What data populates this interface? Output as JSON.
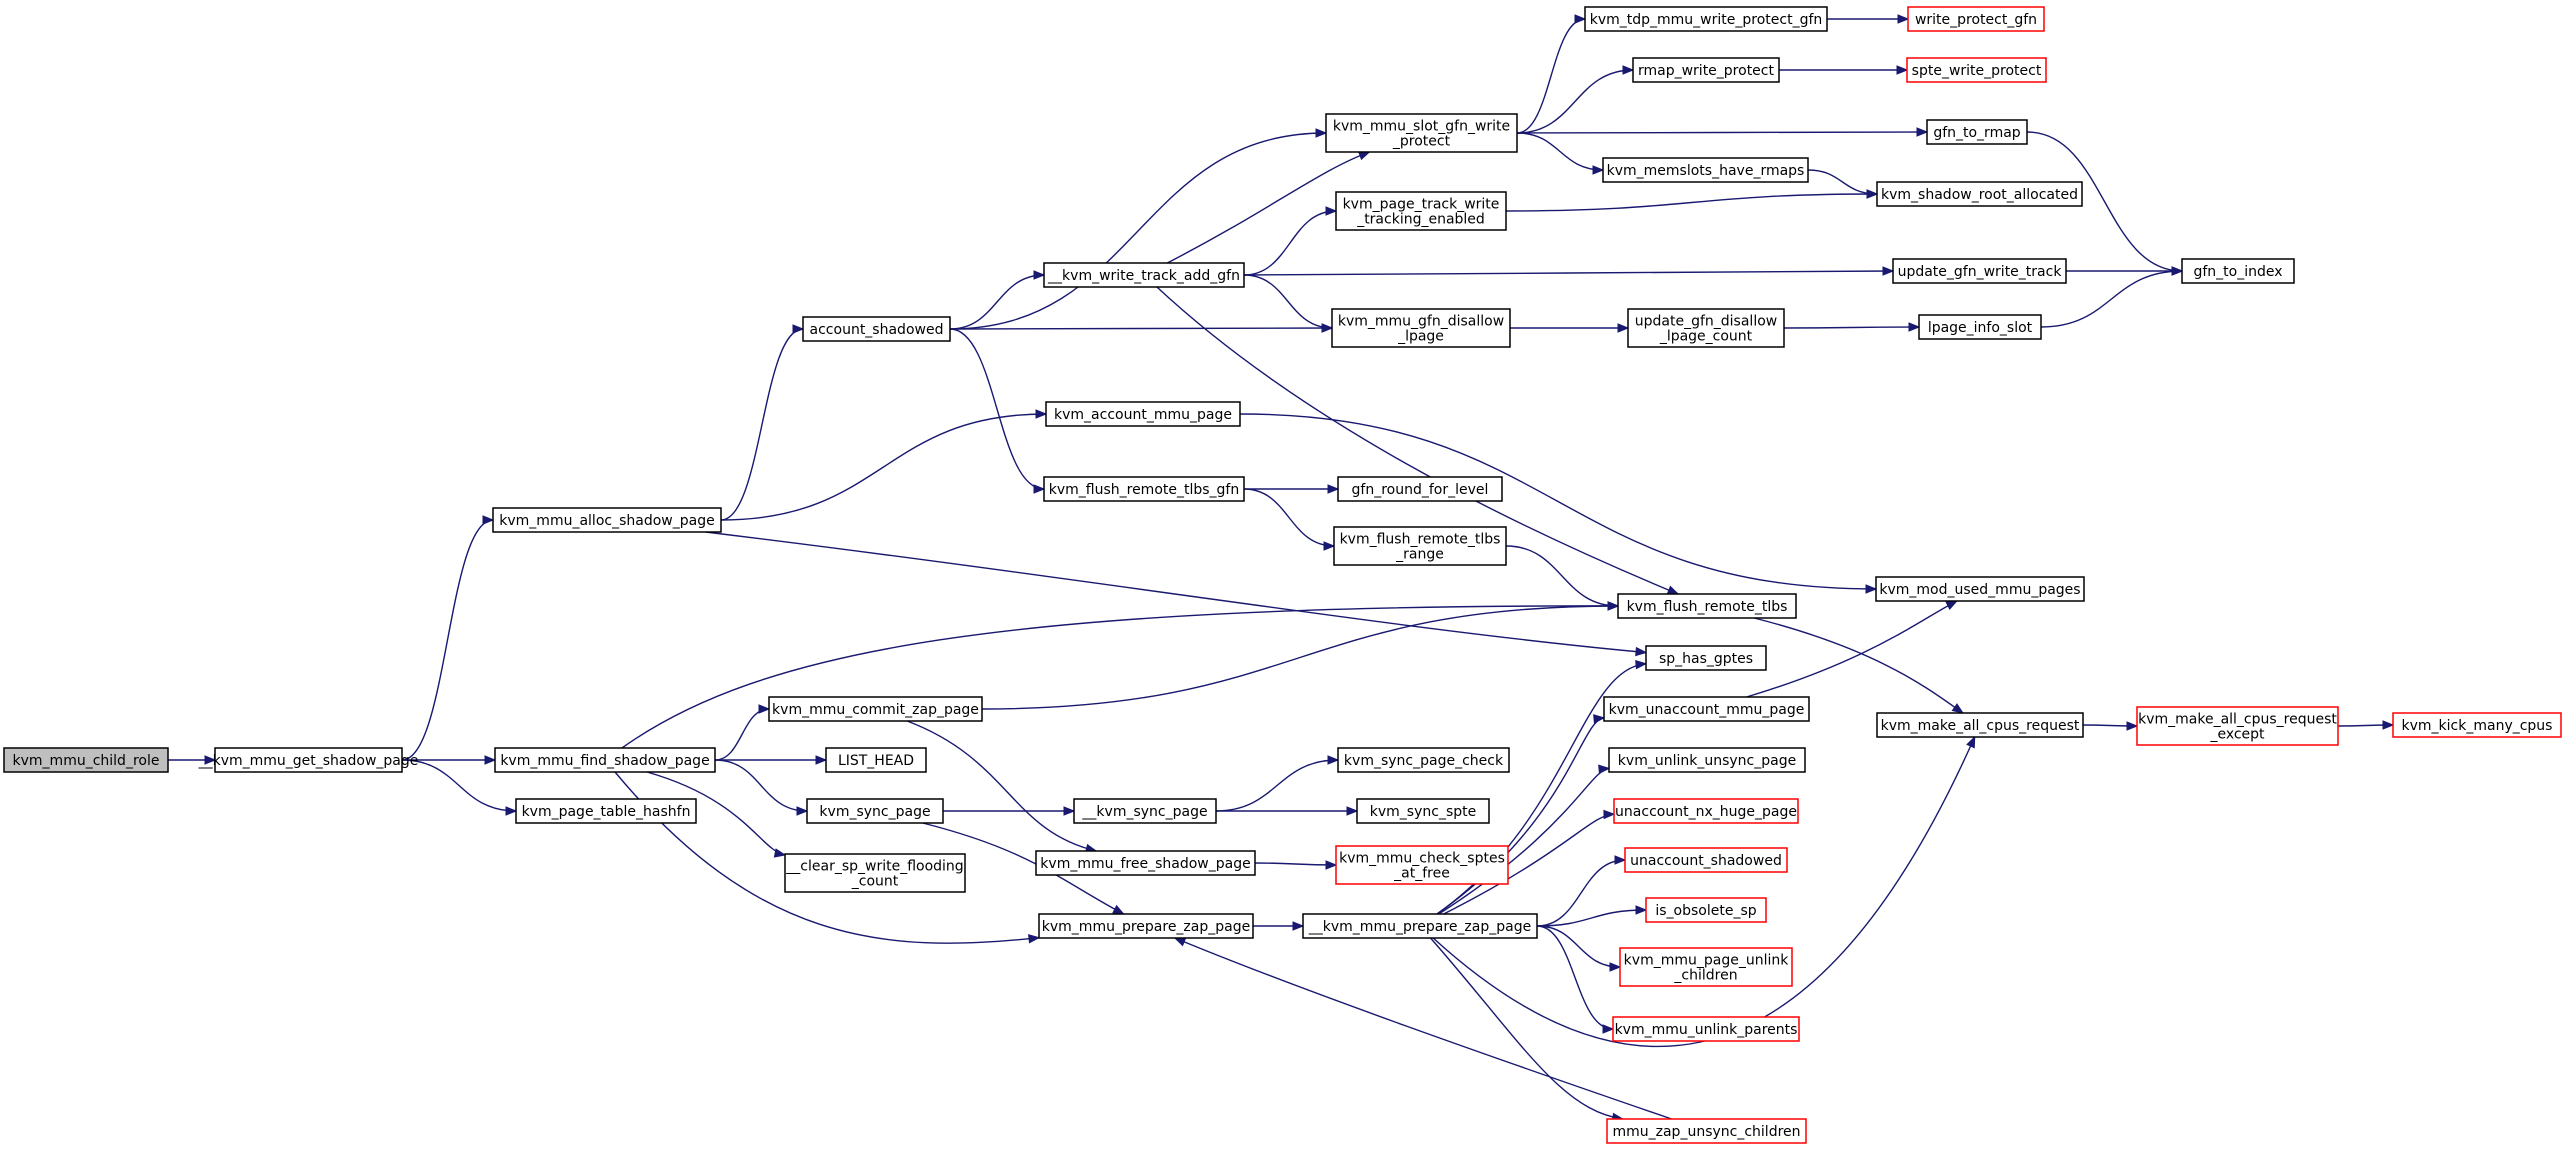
{
  "graph": {
    "colors": {
      "edge": "#191970",
      "node_border": "#000000",
      "node_border_external": "#ff0000",
      "root_fill": "#bfbfbf",
      "node_fill": "#ffffff"
    },
    "nodes": [
      {
        "id": "kvm_mmu_child_role",
        "lines": [
          "kvm_mmu_child_role"
        ],
        "style": "root"
      },
      {
        "id": "__kvm_mmu_get_shadow_page",
        "lines": [
          "__kvm_mmu_get_shadow_page"
        ],
        "style": "normal"
      },
      {
        "id": "kvm_mmu_alloc_shadow_page",
        "lines": [
          "kvm_mmu_alloc_shadow_page"
        ],
        "style": "normal"
      },
      {
        "id": "kvm_mmu_find_shadow_page",
        "lines": [
          "kvm_mmu_find_shadow_page"
        ],
        "style": "normal"
      },
      {
        "id": "kvm_page_table_hashfn",
        "lines": [
          "kvm_page_table_hashfn"
        ],
        "style": "normal"
      },
      {
        "id": "account_shadowed",
        "lines": [
          "account_shadowed"
        ],
        "style": "normal"
      },
      {
        "id": "kvm_account_mmu_page",
        "lines": [
          "kvm_account_mmu_page"
        ],
        "style": "normal"
      },
      {
        "id": "kvm_flush_remote_tlbs_gfn",
        "lines": [
          "kvm_flush_remote_tlbs_gfn"
        ],
        "style": "normal"
      },
      {
        "id": "__kvm_write_track_add_gfn",
        "lines": [
          "__kvm_write_track_add_gfn"
        ],
        "style": "normal"
      },
      {
        "id": "kvm_mmu_commit_zap_page",
        "lines": [
          "kvm_mmu_commit_zap_page"
        ],
        "style": "normal"
      },
      {
        "id": "LIST_HEAD",
        "lines": [
          "LIST_HEAD"
        ],
        "style": "normal"
      },
      {
        "id": "kvm_sync_page",
        "lines": [
          "kvm_sync_page"
        ],
        "style": "normal"
      },
      {
        "id": "__clear_sp_write_flooding_count",
        "lines": [
          "__clear_sp_write_flooding",
          "_count"
        ],
        "style": "normal"
      },
      {
        "id": "kvm_mmu_prepare_zap_page",
        "lines": [
          "kvm_mmu_prepare_zap_page"
        ],
        "style": "normal"
      },
      {
        "id": "kvm_mmu_free_shadow_page",
        "lines": [
          "kvm_mmu_free_shadow_page"
        ],
        "style": "normal"
      },
      {
        "id": "__kvm_sync_page",
        "lines": [
          "__kvm_sync_page"
        ],
        "style": "normal"
      },
      {
        "id": "kvm_mmu_slot_gfn_write_protect",
        "lines": [
          "kvm_mmu_slot_gfn_write",
          "_protect"
        ],
        "style": "normal"
      },
      {
        "id": "kvm_page_track_write_tracking_enabled",
        "lines": [
          "kvm_page_track_write",
          "_tracking_enabled"
        ],
        "style": "normal"
      },
      {
        "id": "kvm_mmu_gfn_disallow_lpage",
        "lines": [
          "kvm_mmu_gfn_disallow",
          "_lpage"
        ],
        "style": "normal"
      },
      {
        "id": "gfn_round_for_level",
        "lines": [
          "gfn_round_for_level"
        ],
        "style": "normal"
      },
      {
        "id": "kvm_flush_remote_tlbs_range",
        "lines": [
          "kvm_flush_remote_tlbs",
          "_range"
        ],
        "style": "normal"
      },
      {
        "id": "kvm_sync_page_check",
        "lines": [
          "kvm_sync_page_check"
        ],
        "style": "normal"
      },
      {
        "id": "kvm_sync_spte",
        "lines": [
          "kvm_sync_spte"
        ],
        "style": "normal"
      },
      {
        "id": "kvm_mmu_check_sptes_at_free",
        "lines": [
          "kvm_mmu_check_sptes",
          "_at_free"
        ],
        "style": "external"
      },
      {
        "id": "__kvm_mmu_prepare_zap_page",
        "lines": [
          "__kvm_mmu_prepare_zap_page"
        ],
        "style": "normal"
      },
      {
        "id": "kvm_tdp_mmu_write_protect_gfn",
        "lines": [
          "kvm_tdp_mmu_write_protect_gfn"
        ],
        "style": "normal"
      },
      {
        "id": "rmap_write_protect",
        "lines": [
          "rmap_write_protect"
        ],
        "style": "normal"
      },
      {
        "id": "kvm_memslots_have_rmaps",
        "lines": [
          "kvm_memslots_have_rmaps"
        ],
        "style": "normal"
      },
      {
        "id": "update_gfn_disallow_lpage_count",
        "lines": [
          "update_gfn_disallow",
          "_lpage_count"
        ],
        "style": "normal"
      },
      {
        "id": "kvm_flush_remote_tlbs",
        "lines": [
          "kvm_flush_remote_tlbs"
        ],
        "style": "normal"
      },
      {
        "id": "sp_has_gptes",
        "lines": [
          "sp_has_gptes"
        ],
        "style": "normal"
      },
      {
        "id": "kvm_unaccount_mmu_page",
        "lines": [
          "kvm_unaccount_mmu_page"
        ],
        "style": "normal"
      },
      {
        "id": "kvm_unlink_unsync_page",
        "lines": [
          "kvm_unlink_unsync_page"
        ],
        "style": "normal"
      },
      {
        "id": "unaccount_nx_huge_page",
        "lines": [
          "unaccount_nx_huge_page"
        ],
        "style": "external"
      },
      {
        "id": "unaccount_shadowed",
        "lines": [
          "unaccount_shadowed"
        ],
        "style": "external"
      },
      {
        "id": "is_obsolete_sp",
        "lines": [
          "is_obsolete_sp"
        ],
        "style": "external"
      },
      {
        "id": "kvm_mmu_page_unlink_children",
        "lines": [
          "kvm_mmu_page_unlink",
          "_children"
        ],
        "style": "external"
      },
      {
        "id": "kvm_mmu_unlink_parents",
        "lines": [
          "kvm_mmu_unlink_parents"
        ],
        "style": "external"
      },
      {
        "id": "mmu_zap_unsync_children",
        "lines": [
          "mmu_zap_unsync_children"
        ],
        "style": "external"
      },
      {
        "id": "write_protect_gfn",
        "lines": [
          "write_protect_gfn"
        ],
        "style": "external"
      },
      {
        "id": "spte_write_protect",
        "lines": [
          "spte_write_protect"
        ],
        "style": "external"
      },
      {
        "id": "gfn_to_rmap",
        "lines": [
          "gfn_to_rmap"
        ],
        "style": "normal"
      },
      {
        "id": "kvm_shadow_root_allocated",
        "lines": [
          "kvm_shadow_root_allocated"
        ],
        "style": "normal"
      },
      {
        "id": "update_gfn_write_track",
        "lines": [
          "update_gfn_write_track"
        ],
        "style": "normal"
      },
      {
        "id": "lpage_info_slot",
        "lines": [
          "lpage_info_slot"
        ],
        "style": "normal"
      },
      {
        "id": "kvm_mod_used_mmu_pages",
        "lines": [
          "kvm_mod_used_mmu_pages"
        ],
        "style": "normal"
      },
      {
        "id": "kvm_make_all_cpus_request",
        "lines": [
          "kvm_make_all_cpus_request"
        ],
        "style": "normal"
      },
      {
        "id": "gfn_to_index",
        "lines": [
          "gfn_to_index"
        ],
        "style": "normal"
      },
      {
        "id": "kvm_make_all_cpus_request_except",
        "lines": [
          "kvm_make_all_cpus_request",
          "_except"
        ],
        "style": "external"
      },
      {
        "id": "kvm_kick_many_cpus",
        "lines": [
          "kvm_kick_many_cpus"
        ],
        "style": "external"
      }
    ],
    "edges": [
      [
        "kvm_mmu_child_role",
        "__kvm_mmu_get_shadow_page"
      ],
      [
        "__kvm_mmu_get_shadow_page",
        "kvm_mmu_alloc_shadow_page"
      ],
      [
        "__kvm_mmu_get_shadow_page",
        "kvm_mmu_find_shadow_page"
      ],
      [
        "__kvm_mmu_get_shadow_page",
        "kvm_page_table_hashfn"
      ],
      [
        "kvm_mmu_alloc_shadow_page",
        "account_shadowed"
      ],
      [
        "kvm_mmu_alloc_shadow_page",
        "kvm_account_mmu_page"
      ],
      [
        "kvm_mmu_alloc_shadow_page",
        "sp_has_gptes"
      ],
      [
        "account_shadowed",
        "kvm_mmu_slot_gfn_write_protect"
      ],
      [
        "account_shadowed",
        "__kvm_write_track_add_gfn"
      ],
      [
        "account_shadowed",
        "kvm_mmu_gfn_disallow_lpage"
      ],
      [
        "account_shadowed",
        "kvm_flush_remote_tlbs_gfn"
      ],
      [
        "__kvm_write_track_add_gfn",
        "kvm_mmu_slot_gfn_write_protect"
      ],
      [
        "__kvm_write_track_add_gfn",
        "kvm_page_track_write_tracking_enabled"
      ],
      [
        "__kvm_write_track_add_gfn",
        "update_gfn_write_track"
      ],
      [
        "__kvm_write_track_add_gfn",
        "kvm_mmu_gfn_disallow_lpage"
      ],
      [
        "__kvm_write_track_add_gfn",
        "kvm_flush_remote_tlbs"
      ],
      [
        "kvm_mmu_slot_gfn_write_protect",
        "kvm_tdp_mmu_write_protect_gfn"
      ],
      [
        "kvm_mmu_slot_gfn_write_protect",
        "rmap_write_protect"
      ],
      [
        "kvm_mmu_slot_gfn_write_protect",
        "gfn_to_rmap"
      ],
      [
        "kvm_mmu_slot_gfn_write_protect",
        "kvm_memslots_have_rmaps"
      ],
      [
        "kvm_tdp_mmu_write_protect_gfn",
        "write_protect_gfn"
      ],
      [
        "rmap_write_protect",
        "spte_write_protect"
      ],
      [
        "gfn_to_rmap",
        "gfn_to_index"
      ],
      [
        "kvm_memslots_have_rmaps",
        "kvm_shadow_root_allocated"
      ],
      [
        "kvm_page_track_write_tracking_enabled",
        "kvm_shadow_root_allocated"
      ],
      [
        "update_gfn_write_track",
        "gfn_to_index"
      ],
      [
        "kvm_mmu_gfn_disallow_lpage",
        "update_gfn_disallow_lpage_count"
      ],
      [
        "update_gfn_disallow_lpage_count",
        "lpage_info_slot"
      ],
      [
        "lpage_info_slot",
        "gfn_to_index"
      ],
      [
        "kvm_account_mmu_page",
        "kvm_mod_used_mmu_pages"
      ],
      [
        "kvm_flush_remote_tlbs_gfn",
        "gfn_round_for_level"
      ],
      [
        "kvm_flush_remote_tlbs_gfn",
        "kvm_flush_remote_tlbs_range"
      ],
      [
        "kvm_flush_remote_tlbs_range",
        "kvm_flush_remote_tlbs"
      ],
      [
        "kvm_flush_remote_tlbs",
        "kvm_make_all_cpus_request"
      ],
      [
        "kvm_make_all_cpus_request",
        "kvm_make_all_cpus_request_except"
      ],
      [
        "kvm_make_all_cpus_request_except",
        "kvm_kick_many_cpus"
      ],
      [
        "kvm_mmu_find_shadow_page",
        "kvm_flush_remote_tlbs"
      ],
      [
        "kvm_mmu_find_shadow_page",
        "kvm_mmu_commit_zap_page"
      ],
      [
        "kvm_mmu_find_shadow_page",
        "LIST_HEAD"
      ],
      [
        "kvm_mmu_find_shadow_page",
        "kvm_sync_page"
      ],
      [
        "kvm_mmu_find_shadow_page",
        "__clear_sp_write_flooding_count"
      ],
      [
        "kvm_mmu_find_shadow_page",
        "kvm_mmu_prepare_zap_page"
      ],
      [
        "kvm_mmu_commit_zap_page",
        "kvm_flush_remote_tlbs"
      ],
      [
        "kvm_mmu_commit_zap_page",
        "kvm_mmu_free_shadow_page"
      ],
      [
        "kvm_sync_page",
        "__kvm_sync_page"
      ],
      [
        "kvm_sync_page",
        "kvm_mmu_prepare_zap_page"
      ],
      [
        "__kvm_sync_page",
        "kvm_sync_page_check"
      ],
      [
        "__kvm_sync_page",
        "kvm_sync_spte"
      ],
      [
        "kvm_mmu_free_shadow_page",
        "kvm_mmu_check_sptes_at_free"
      ],
      [
        "kvm_mmu_prepare_zap_page",
        "__kvm_mmu_prepare_zap_page"
      ],
      [
        "__kvm_mmu_prepare_zap_page",
        "sp_has_gptes"
      ],
      [
        "__kvm_mmu_prepare_zap_page",
        "kvm_unaccount_mmu_page"
      ],
      [
        "__kvm_mmu_prepare_zap_page",
        "kvm_unlink_unsync_page"
      ],
      [
        "__kvm_mmu_prepare_zap_page",
        "unaccount_nx_huge_page"
      ],
      [
        "__kvm_mmu_prepare_zap_page",
        "unaccount_shadowed"
      ],
      [
        "__kvm_mmu_prepare_zap_page",
        "is_obsolete_sp"
      ],
      [
        "__kvm_mmu_prepare_zap_page",
        "kvm_mmu_page_unlink_children"
      ],
      [
        "__kvm_mmu_prepare_zap_page",
        "kvm_mmu_unlink_parents"
      ],
      [
        "__kvm_mmu_prepare_zap_page",
        "mmu_zap_unsync_children"
      ],
      [
        "__kvm_mmu_prepare_zap_page",
        "kvm_make_all_cpus_request"
      ],
      [
        "kvm_unaccount_mmu_page",
        "kvm_mod_used_mmu_pages"
      ],
      [
        "mmu_zap_unsync_children",
        "kvm_mmu_prepare_zap_page"
      ]
    ]
  }
}
